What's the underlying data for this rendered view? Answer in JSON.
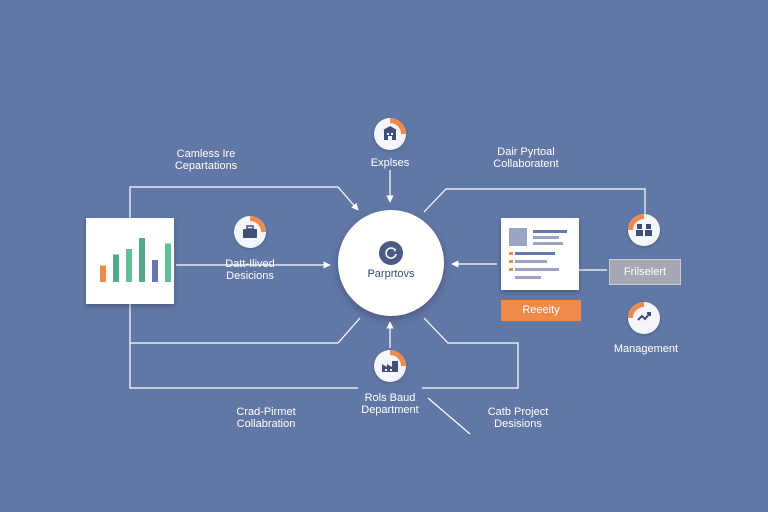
{
  "diagram": {
    "hub_label": "Parprtovs",
    "labels": {
      "top_left": [
        "Camless Ire",
        "Cepartations"
      ],
      "top_center": [
        "Explses"
      ],
      "top_right": [
        "Dair Pyrtoal",
        "Collaboratent"
      ],
      "data_lived": [
        "Datt-Ilived",
        "Desicions"
      ],
      "bottom_left": [
        "Crad-Pirmet",
        "Collabration"
      ],
      "bottom_center": [
        "Rols Baud",
        "Department"
      ],
      "bottom_right": [
        "Catb Project",
        "Desisions"
      ],
      "management": [
        "Management"
      ]
    },
    "orange_button_label": "Reeeity",
    "grey_button_label": "Frilselert",
    "icons": {
      "explses": "building-icon",
      "data_lived": "briefcase-icon",
      "rols_baud": "factory-icon",
      "team": "team-icon",
      "management": "handshake-icon",
      "hub": "refresh-icon"
    },
    "chart_bars": [
      {
        "value": 3,
        "color": "#f08a4b"
      },
      {
        "value": 5,
        "color": "#54a88d"
      },
      {
        "value": 6,
        "color": "#5fbf97"
      },
      {
        "value": 8,
        "color": "#54a88d"
      },
      {
        "value": 4,
        "color": "#6677b0"
      },
      {
        "value": 7,
        "color": "#5fbf97"
      }
    ],
    "colors": {
      "background": "#6177a6",
      "accent_orange": "#f08a4b",
      "icon_navy": "#3f4f7a"
    }
  }
}
